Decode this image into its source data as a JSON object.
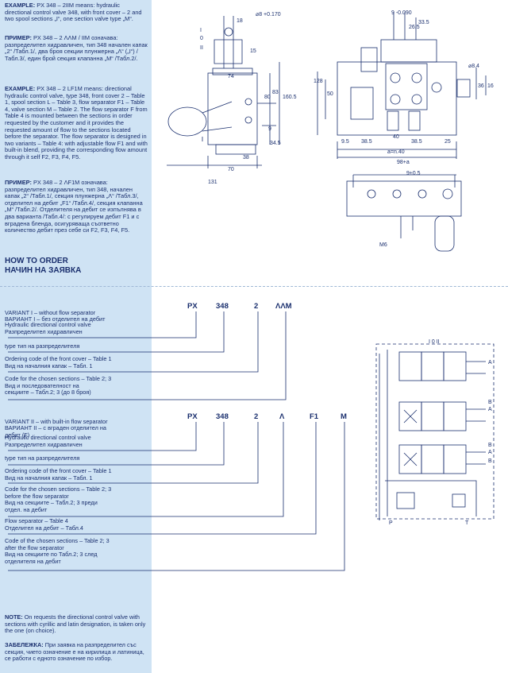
{
  "example1": {
    "head": "EXAMPLE:",
    "en": "PX 348 – 2IIM means: hydraulic directional control valve 348, with front cover – 2 and two spool sections „I“, one section valve type „M“.",
    "bg_head": "ПРИМЕР:",
    "bg": "PX 348 – 2 ΛΛМ / IIM означава: разпределител хидравличен, тип 348 начален капак „2“ /Табл.1/, два броя секции плунжерна „Λ“ („I“) /Табл.3/, един брой секция клапанна „M“ /Табл.2/."
  },
  "example2": {
    "head": "EXAMPLE:",
    "en": "PX 348 – 2 LF1M means: directional hydraulic control valve, type 348, front cover 2 – Table 1, spool section L – Table 3, flow separator F1 – Table 4, valve section M – Table 2. The flow separator F from Table 4 is mounted between the sections in order requested by the customer and it provides the requested amount of flow to the sections located before the separator. The flow separator is designed in two variants – Table 4: with adjustable flow F1 and with built-in blend, providing the corresponding flow amount through it self F2, F3, F4, F5.",
    "bg_head": "ПРИМЕР:",
    "bg": "PX 348 – 2 ΛF1M означава: разпределител хидравличен, тип 348, начален капак „2“ /Табл.1/, секция плунжерна „Λ“ /Табл.3/, отделител на дебит „F1“ /Табл.4/, секция клапанна „M“ /Табл.2/. Отделителя на дебит се изпълнява в два варианта /Табл.4/: с регулируем дебит F1 и с вградена бленда, осигуряваща съответно количество дебит през себе си F2, F3, F4, F5."
  },
  "how_to_order": {
    "en": "HOW TO ORDER",
    "bg": "НАЧИН НА ЗАЯВКА"
  },
  "variant1": {
    "title_en": "VARIANT I – without flow separator",
    "title_bg": "ВАРИАНТ I – без отделител на дебит",
    "codes": [
      "PX",
      "348",
      "2",
      "ΛΛM"
    ],
    "labels": [
      "Hydraulic directional control valve\nРазпределител хидравличен",
      "type          тип на разпределителя",
      "Ordering code of the front cover – Table 1\nВид на началния капак – Табл. 1",
      "Code for the chosen sections – Table 2; 3\nВид и последователност на\nсекциите – Табл.2; 3 (до 8 броя)"
    ]
  },
  "variant2": {
    "title_en": "VARIANT II – with built-in flow separator",
    "title_bg": "ВАРИАНТ II – с вграден отделител на\nдебит (F)",
    "codes": [
      "PX",
      "348",
      "2",
      "Λ",
      "F1",
      "M"
    ],
    "labels": [
      "Hydraulic directional control valve\nРазпределител хидравличен",
      "type          тип на разпределителя",
      "Ordering code of the front cover – Table 1\nВид на началния капак – Табл. 1",
      "Code for the chosen sections – Table 2; 3\nbefore the flow separator\nВид на секциите – Табл.2; 3 преди\nотдел. на дебит",
      "Flow separator – Table 4\nОтделител на дебит – Табл.4",
      "Code of the chosen sections – Table 2; 3\nafter the flow separator\nВид на секциите по Табл.2; 3 след\nотделителя на дебит"
    ]
  },
  "note": {
    "en_head": "NOTE:",
    "en": "On requests the directional control valve with sections with cyrillic and latin designation, is taken only the one (on choice).",
    "bg_head": "ЗАБЕЛЕЖКА:",
    "bg": "При заявка на разпределител със секция, чието означение е на кирилица и латиница, се работи с едното означение по избор."
  },
  "drawing_labels": {
    "positions": [
      "I",
      "0",
      "II"
    ],
    "ports": [
      "A",
      "B",
      "A",
      "B",
      "A",
      "B",
      "P",
      "T"
    ],
    "dims_side": [
      "18",
      "15",
      "74",
      "80",
      "83",
      "160.5",
      "9",
      "34.5",
      "38",
      "70",
      "131"
    ],
    "dims_front": [
      "9 -0.090",
      "26.5",
      "33.5",
      "128",
      "50",
      "9.5",
      "38.5",
      "40",
      "38.5",
      "25",
      "a=n.40",
      "98+a",
      "8.4",
      "36",
      "16",
      "9±0.5",
      "M6"
    ],
    "hole": "⌀8 +0.170 +0.080",
    "schematic_positions": "I 0 II"
  }
}
